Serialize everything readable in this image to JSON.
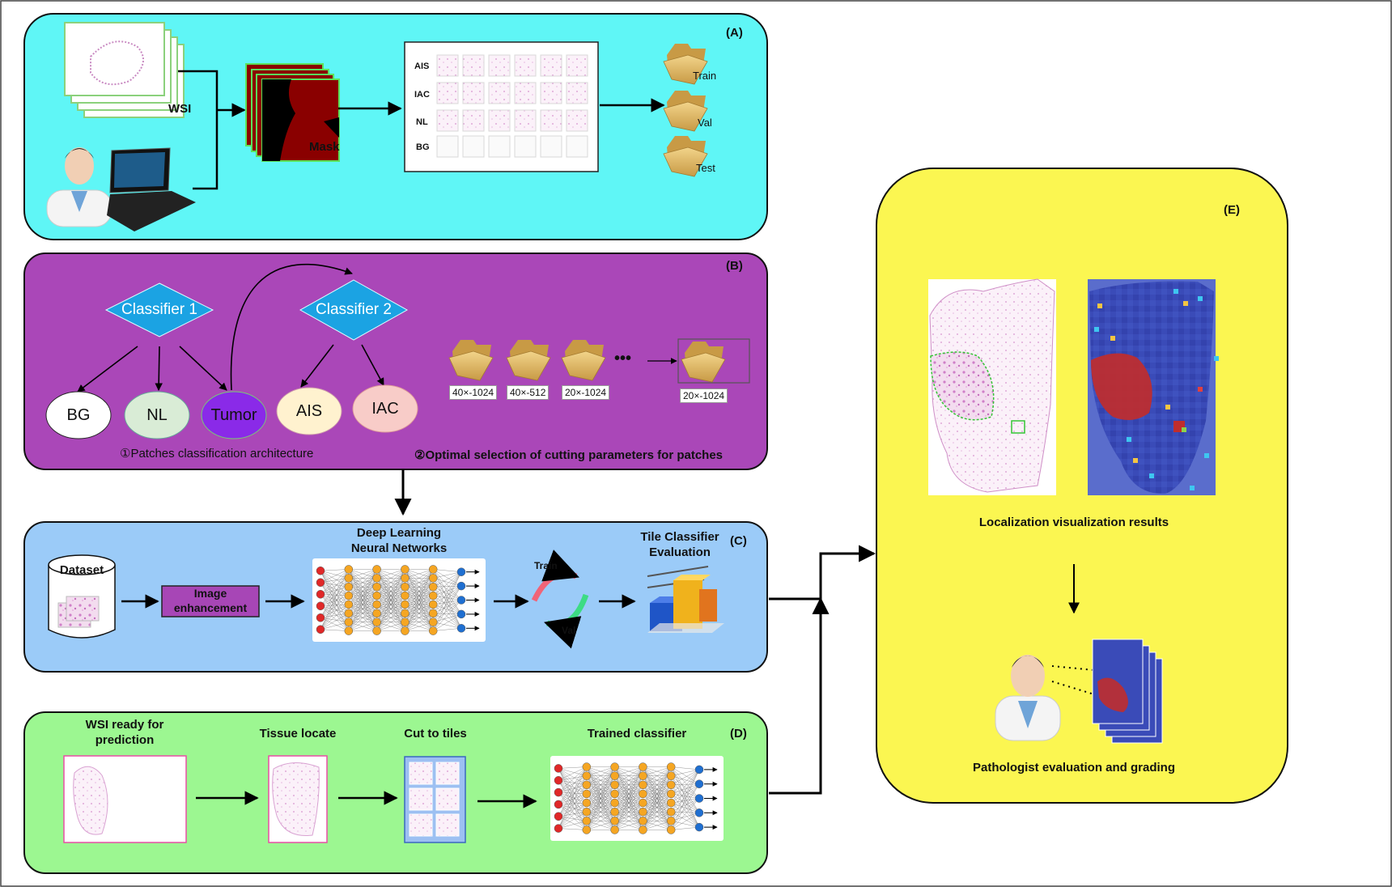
{
  "panels": {
    "a": {
      "label": "(A)",
      "wsi": "WSI",
      "mask": "Mask",
      "rows": [
        "AIS",
        "IAC",
        "NL",
        "BG"
      ],
      "folders": [
        "Train",
        "Val",
        "Test"
      ]
    },
    "b": {
      "label": "(B)",
      "classifier1": "Classifier 1",
      "classifier2": "Classifier 2",
      "nodes": [
        "BG",
        "NL",
        "Tumor",
        "AIS",
        "IAC"
      ],
      "caption1": "①Patches classification architecture",
      "caption2": "②Optimal selection of cutting parameters for patches",
      "params": [
        "40×-1024",
        "40×-512",
        "20×-1024"
      ],
      "ellipsis": "•••",
      "selected_param": "20×-1024"
    },
    "c": {
      "label": "(C)",
      "dataset": "Dataset",
      "enhancement": "Image enhancement",
      "dl_title_1": "Deep Learning",
      "dl_title_2": "Neural Networks",
      "train": "Train",
      "val": "Val",
      "eval_1": "Tile Classifier",
      "eval_2": "Evaluation"
    },
    "d": {
      "label": "(D)",
      "step1_1": "WSI ready for",
      "step1_2": "prediction",
      "step2": "Tissue locate",
      "step3": "Cut to tiles",
      "step4": "Trained classifier"
    },
    "e": {
      "label": "(E)",
      "result": "Localization visualization results",
      "grading": "Pathologist evaluation and grading"
    }
  },
  "colors": {
    "panel_a": "#5ff6f6",
    "panel_b": "#aa47b8",
    "panel_c": "#9bcbf8",
    "panel_d": "#9cf791",
    "panel_e": "#fbf651",
    "classifier": "#1ba3e3"
  }
}
